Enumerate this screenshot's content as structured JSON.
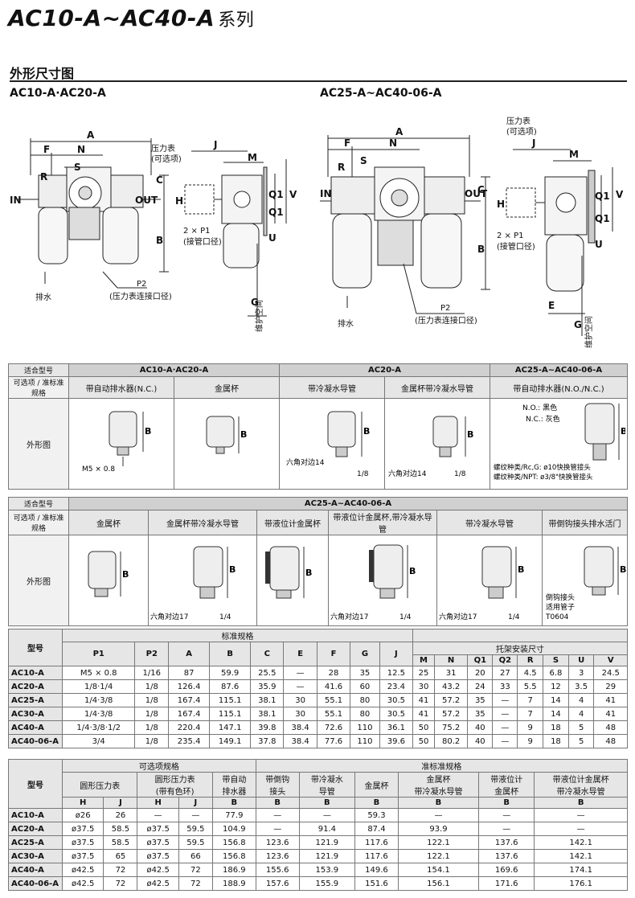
{
  "header": {
    "title": "AC10-A~AC40-A",
    "title_suffix": "系列",
    "section": "外形尺寸图"
  },
  "drawings": {
    "left_model": "AC10-A·AC20-A",
    "right_model": "AC25-A~AC40-06-A",
    "labels": {
      "A": "A",
      "F": "F",
      "N": "N",
      "R": "R",
      "S": "S",
      "C": "C",
      "B": "B",
      "J": "J",
      "H": "H",
      "M": "M",
      "Q1": "Q1",
      "Q2": "Q1",
      "V": "V",
      "U": "U",
      "E": "E",
      "G": "G",
      "in": "IN",
      "out": "OUT",
      "drain": "排水",
      "gauge_line1": "压力表",
      "gauge_line2": "(可选项)",
      "p1": "2 × P1",
      "p1_sub": "(接管口径)",
      "p2": "P2",
      "p2_sub": "(压力表连接口径)",
      "maint": "维护空间"
    }
  },
  "table1": {
    "row1": {
      "label": "适合型号",
      "col_a": "AC10-A·AC20-A",
      "col_b": "AC20-A",
      "col_c": "AC25-A~AC40-06-A"
    },
    "row2": {
      "label": "可选项 / 准标准规格",
      "items": [
        "带自动排水器(N.C.)",
        "金属杯",
        "带冷凝水导管",
        "金属杯带冷凝水导管",
        "带自动排水器(N.O./N.C.)"
      ]
    },
    "row3": {
      "label": "外形图",
      "notes": {
        "m5": "M5 × 0.8",
        "hex14": "六角对边14",
        "eighth": "1/8",
        "no": "N.O.: 黑色",
        "nc": "N.C.: 灰色",
        "thread1": "螺纹种类/Rc,G: ø10快换管接头",
        "thread2": "螺纹种类/NPT: ø3/8\"快换管接头"
      }
    }
  },
  "table2": {
    "row1": {
      "label": "适合型号",
      "value": "AC25-A~AC40-06-A"
    },
    "row2": {
      "label": "可选项 / 准标准规格",
      "items": [
        "金属杯",
        "金属杯带冷凝水导管",
        "带液位计金属杯",
        "带液位计金属杯,带冷凝水导管",
        "带冷凝水导管",
        "带倒钩接头排水活门"
      ]
    },
    "row3": {
      "label": "外形图",
      "notes": {
        "hex17": "六角对边17",
        "quarter": "1/4",
        "barb1": "倒钩接头",
        "barb2": "适用管子",
        "barb3": "T0604"
      }
    }
  },
  "table3": {
    "model_header": "型号",
    "std_header": "标准规格",
    "bracket_header": "托架安装尺寸",
    "columns": [
      "P1",
      "P2",
      "A",
      "B",
      "C",
      "E",
      "F",
      "G",
      "J",
      "M",
      "N",
      "Q1",
      "Q2",
      "R",
      "S",
      "U",
      "V"
    ],
    "rows": [
      [
        "AC10-A",
        "M5 × 0.8",
        "1/16",
        "87",
        "59.9",
        "25.5",
        "—",
        "28",
        "35",
        "12.5",
        "25",
        "31",
        "20",
        "27",
        "4.5",
        "6.8",
        "3",
        "24.5"
      ],
      [
        "AC20-A",
        "1/8·1/4",
        "1/8",
        "126.4",
        "87.6",
        "35.9",
        "—",
        "41.6",
        "60",
        "23.4",
        "30",
        "43.2",
        "24",
        "33",
        "5.5",
        "12",
        "3.5",
        "29"
      ],
      [
        "AC25-A",
        "1/4·3/8",
        "1/8",
        "167.4",
        "115.1",
        "38.1",
        "30",
        "55.1",
        "80",
        "30.5",
        "41",
        "57.2",
        "35",
        "—",
        "7",
        "14",
        "4",
        "41"
      ],
      [
        "AC30-A",
        "1/4·3/8",
        "1/8",
        "167.4",
        "115.1",
        "38.1",
        "30",
        "55.1",
        "80",
        "30.5",
        "41",
        "57.2",
        "35",
        "—",
        "7",
        "14",
        "4",
        "41"
      ],
      [
        "AC40-A",
        "1/4·3/8·1/2",
        "1/8",
        "220.4",
        "147.1",
        "39.8",
        "38.4",
        "72.6",
        "110",
        "36.1",
        "50",
        "75.2",
        "40",
        "—",
        "9",
        "18",
        "5",
        "48"
      ],
      [
        "AC40-06-A",
        "3/4",
        "1/8",
        "235.4",
        "149.1",
        "37.8",
        "38.4",
        "77.6",
        "110",
        "39.6",
        "50",
        "80.2",
        "40",
        "—",
        "9",
        "18",
        "5",
        "48"
      ]
    ]
  },
  "table4": {
    "model_header": "型号",
    "opt_header": "可选项规格",
    "semi_header": "准标准规格",
    "groups": [
      "圆形压力表",
      "圆形压力表\n(带有色环)",
      "带自动\n排水器",
      "带倒钩\n接头",
      "带冷凝水\n导管",
      "金属杯",
      "金属杯\n带冷凝水导管",
      "带液位计\n金属杯",
      "带液位计金属杯\n带冷凝水导管"
    ],
    "sub": [
      "H",
      "J",
      "H",
      "J",
      "B",
      "B",
      "B",
      "B",
      "B",
      "B",
      "B"
    ],
    "rows": [
      [
        "AC10-A",
        "ø26",
        "26",
        "—",
        "—",
        "77.9",
        "—",
        "—",
        "59.3",
        "—",
        "—",
        "—"
      ],
      [
        "AC20-A",
        "ø37.5",
        "58.5",
        "ø37.5",
        "59.5",
        "104.9",
        "—",
        "91.4",
        "87.4",
        "93.9",
        "—",
        "—"
      ],
      [
        "AC25-A",
        "ø37.5",
        "58.5",
        "ø37.5",
        "59.5",
        "156.8",
        "123.6",
        "121.9",
        "117.6",
        "122.1",
        "137.6",
        "142.1"
      ],
      [
        "AC30-A",
        "ø37.5",
        "65",
        "ø37.5",
        "66",
        "156.8",
        "123.6",
        "121.9",
        "117.6",
        "122.1",
        "137.6",
        "142.1"
      ],
      [
        "AC40-A",
        "ø42.5",
        "72",
        "ø42.5",
        "72",
        "186.9",
        "155.6",
        "153.9",
        "149.6",
        "154.1",
        "169.6",
        "174.1"
      ],
      [
        "AC40-06-A",
        "ø42.5",
        "72",
        "ø42.5",
        "72",
        "188.9",
        "157.6",
        "155.9",
        "151.6",
        "156.1",
        "171.6",
        "176.1"
      ]
    ]
  }
}
